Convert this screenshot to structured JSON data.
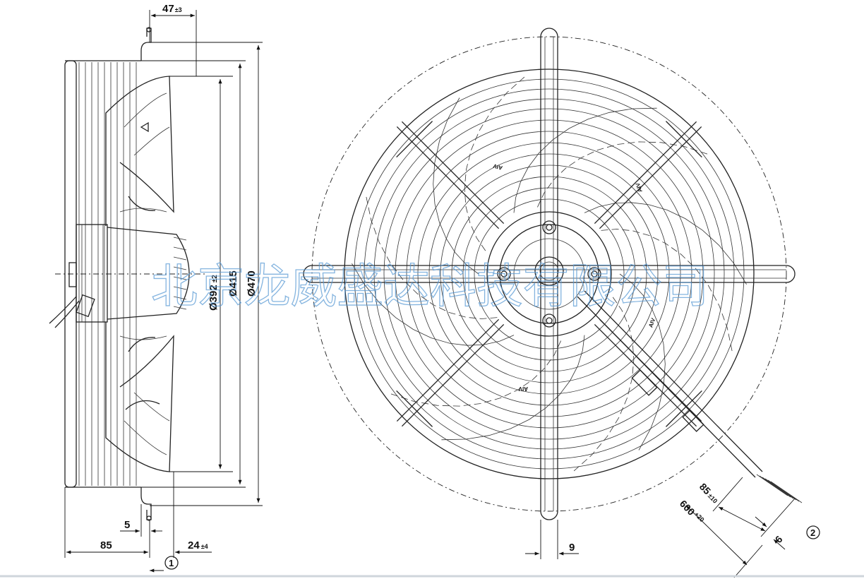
{
  "dimensions": {
    "depth_47": "47",
    "depth_47_tol": "±3",
    "dia_392": "Ø392",
    "dia_392_tol": "±2",
    "dia_415": "Ø415",
    "dia_470": "Ø470",
    "dim_5": "5",
    "dim_85": "85",
    "dim_24": "24",
    "dim_24_tol": "±4",
    "dim_9": "9",
    "cable_85": "85",
    "cable_85_tol": "±10",
    "cable_600": "600",
    "cable_600_tol": "+20",
    "cable_6": "6"
  },
  "callouts": {
    "c1": "1",
    "c2": "2"
  },
  "blade_mark": "AIV",
  "watermark": "北京龙威盛达科技有限公司",
  "colors": {
    "line": "#222222",
    "watermark": "#5b9bd5"
  }
}
